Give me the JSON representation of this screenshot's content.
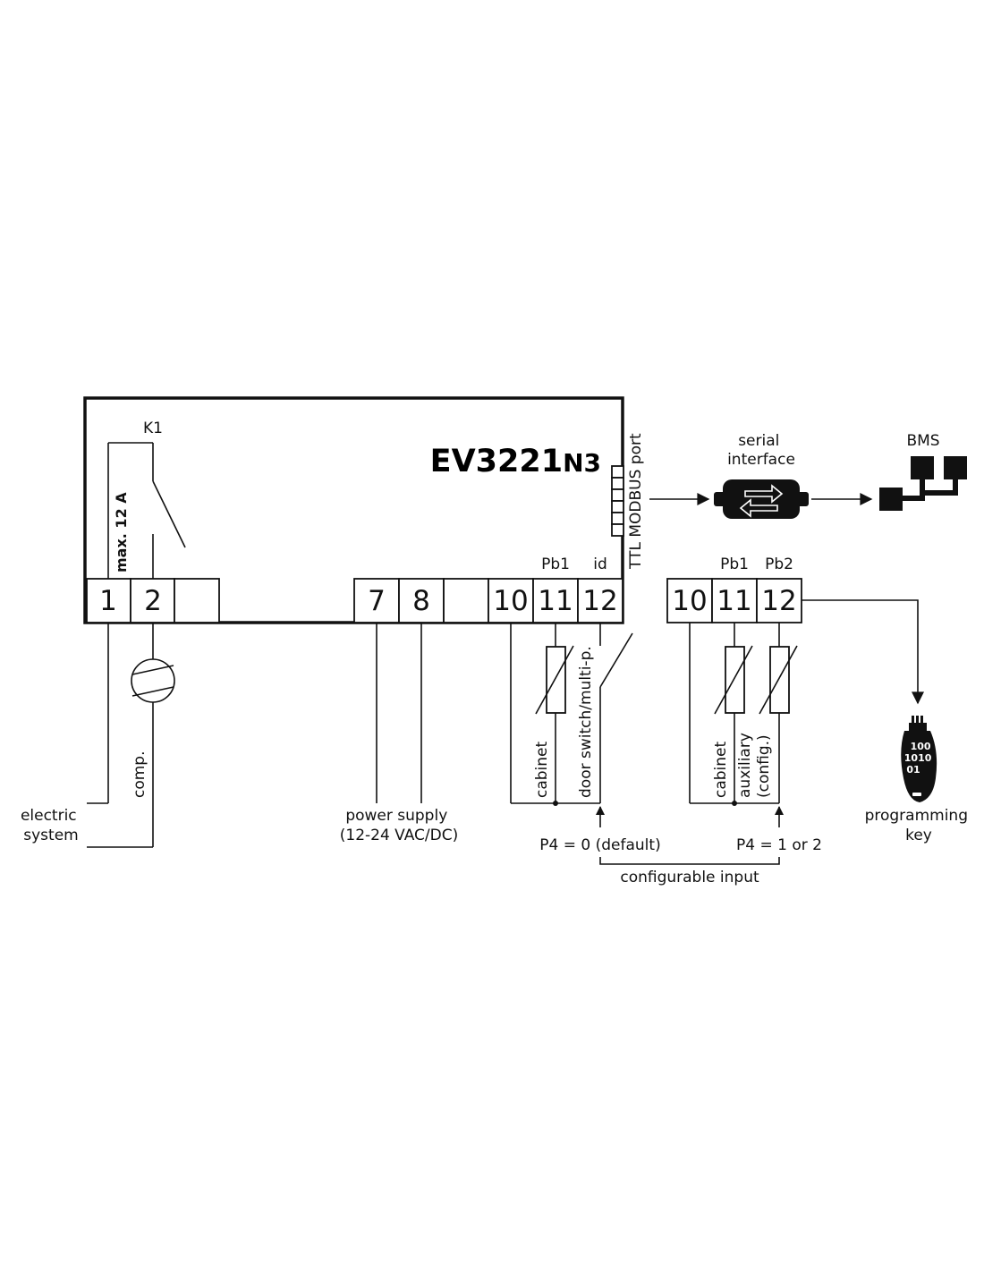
{
  "device": {
    "model": "EV3221",
    "model_suffix": "N3",
    "relay_label": "K1",
    "max_current": "max. 12 A",
    "port_label": "TTL MODBUS port"
  },
  "terminals_main": [
    "1",
    "2",
    "",
    "7",
    "8",
    "",
    "10",
    "11",
    "12"
  ],
  "terminals_alt": [
    "10",
    "11",
    "12"
  ],
  "labels": {
    "pb1_main": "Pb1",
    "id_main": "id",
    "pb1_alt": "Pb1",
    "pb2_alt": "Pb2",
    "electric_system": [
      "electric",
      "system"
    ],
    "comp": "comp.",
    "power_supply": [
      "power supply",
      "(12-24 VAC/DC)"
    ],
    "cabinet_main": "cabinet",
    "door_switch": "door switch/multi-p.",
    "cabinet_alt": "cabinet",
    "auxiliary": "auxiliary",
    "config": "(config.)",
    "p4_default": "P4 = 0 (default)",
    "p4_alt": "P4 = 1 or 2",
    "configurable_input": "configurable input",
    "serial_interface": [
      "serial",
      "interface"
    ],
    "bms": "BMS",
    "programming_key": [
      "programming",
      "key"
    ],
    "key_bits": [
      "100",
      "1010",
      "01"
    ]
  },
  "icons": {
    "compressor": "compressor-icon",
    "serial_interface": "serial-interface-icon",
    "bms": "bms-network-icon",
    "programming_key": "programming-key-icon"
  }
}
